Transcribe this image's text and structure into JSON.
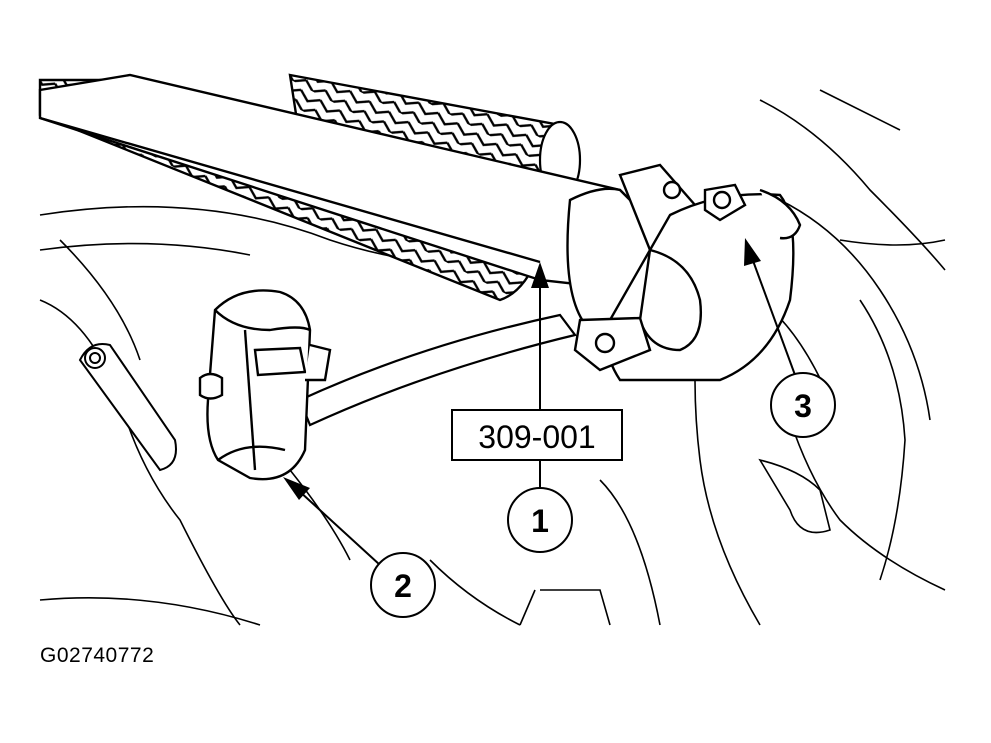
{
  "diagram": {
    "tool_label": "309-001",
    "callouts": [
      {
        "number": "1"
      },
      {
        "number": "2"
      },
      {
        "number": "3"
      }
    ],
    "figure_id": "G02740772"
  }
}
